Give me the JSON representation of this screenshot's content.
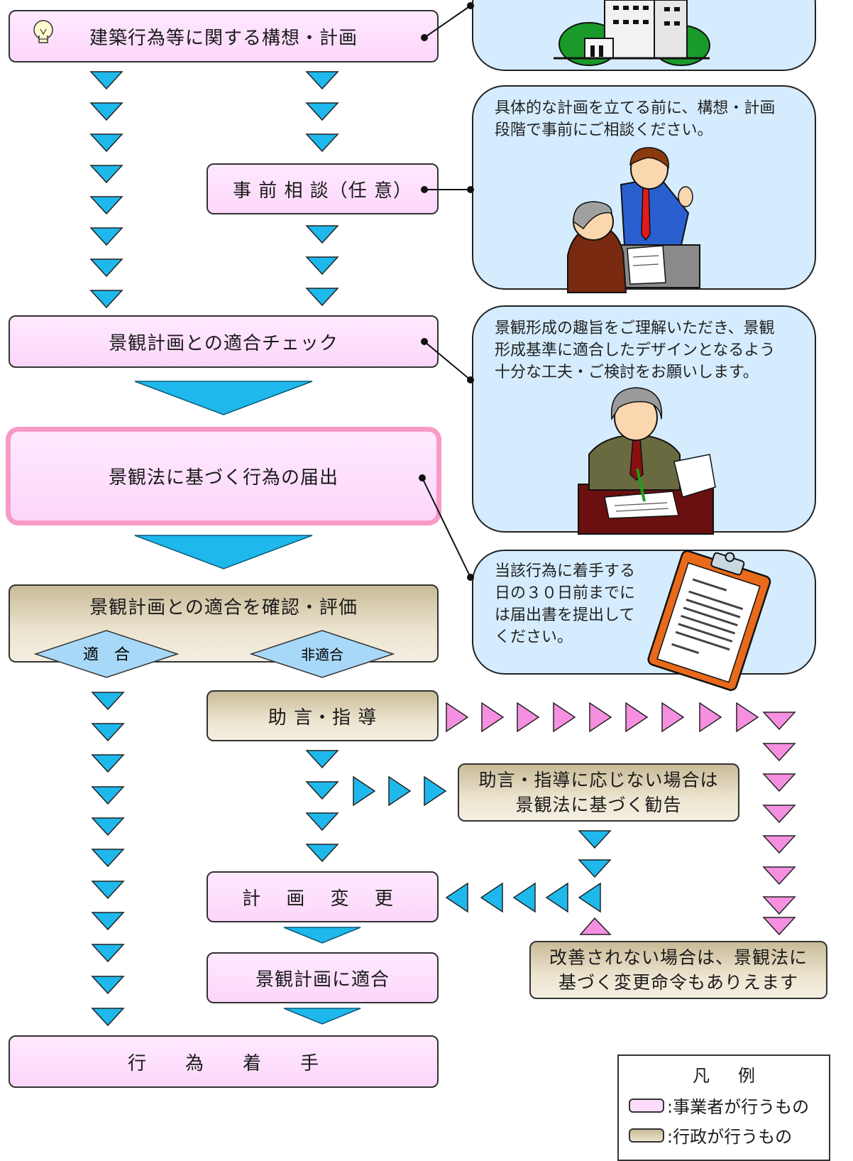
{
  "steps": {
    "concept": "建築行為等に関する構想・計画",
    "consult": "事 前 相 談（任 意）",
    "check": "景観計画との適合チェック",
    "notify": "景観法に基づく行為の届出",
    "confirm": "景観計画との適合を確認・評価",
    "conform": "適　合",
    "nonconform": "非適合",
    "advice": "助 言・指 導",
    "recommend_line1": "助言・指導に応じない場合は",
    "recommend_line2": "景観法に基づく勧告",
    "change": "計 画 変 更",
    "fit": "景観計画に適合",
    "order_line1": "改善されない場合は、景観法に",
    "order_line2": "基づく変更命令もありえます",
    "start": "行　　為　　着　　手"
  },
  "callouts": {
    "consult": [
      "具体的な計画を立てる前に、構想・計画",
      "段階で事前にご相談ください。"
    ],
    "check": [
      "景観形成の趣旨をご理解いただき、景観",
      "形成基準に適合したデザインとなるよう",
      "十分な工夫・ご検討をお願いします。"
    ],
    "notify": [
      "当該行為に着手する",
      "日の３０日前までに",
      "は届出書を提出して",
      "ください。"
    ]
  },
  "legend": {
    "title": "凡例",
    "business": ":事業者が行うもの",
    "government": ":行政が行うもの"
  },
  "colors": {
    "flow_arrow": "#1fb8ec",
    "feedback_arrow": "#f590e0",
    "business_fill": "#fddcfb",
    "government_fill": "#ddd2b8",
    "callout_fill": "#d5ecff",
    "highlight_border": "#f79bc6",
    "diamond_fill": "#a8d8f8"
  },
  "icons": [
    "lightbulb-icon",
    "building-illustration",
    "consultation-illustration",
    "officer-illustration",
    "clipboard-illustration"
  ]
}
